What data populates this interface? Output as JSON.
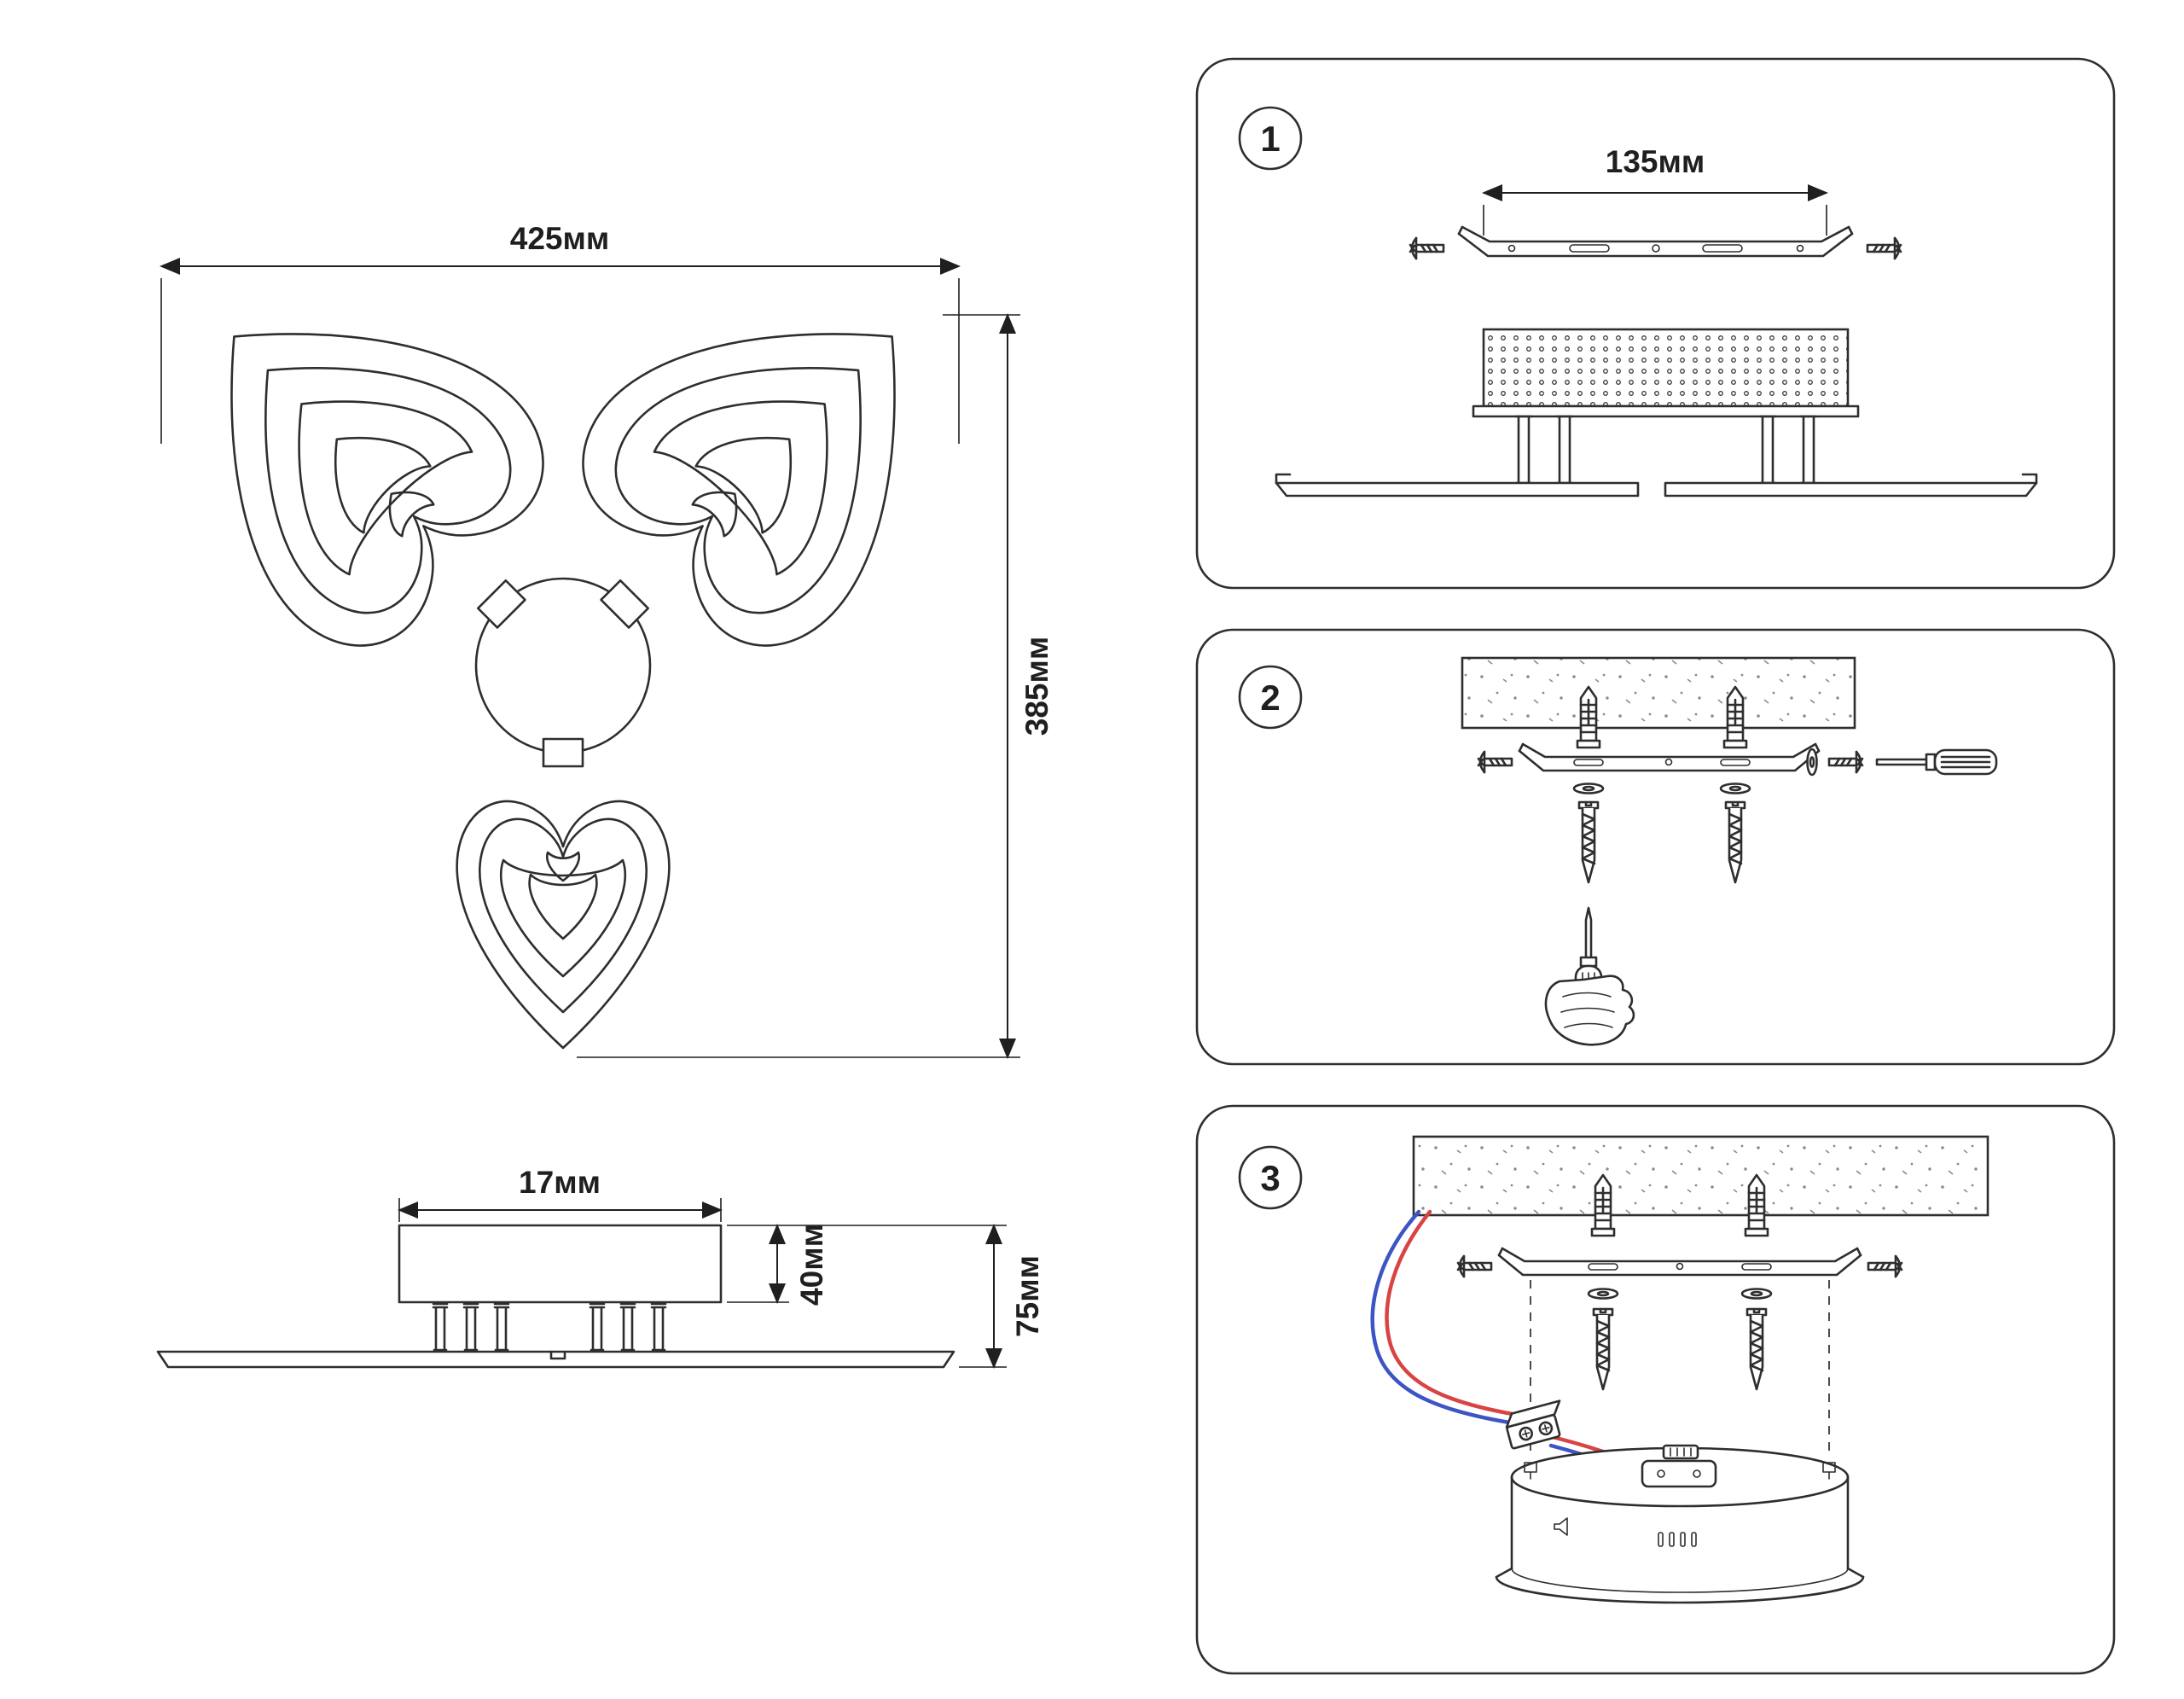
{
  "sheet": {
    "background": "#ffffff"
  },
  "top_view": {
    "width_label": "425мм",
    "height_label": "385мм"
  },
  "side_view": {
    "width_label": "17мм",
    "height_label": "40мм",
    "total_height_label": "75мм"
  },
  "panels": [
    {
      "number": "1",
      "dimension_label": "135мм"
    },
    {
      "number": "2"
    },
    {
      "number": "3"
    }
  ],
  "colors": {
    "line": "#2e2e2e",
    "wire_blue": "#3d55c4",
    "wire_red": "#d94343"
  }
}
